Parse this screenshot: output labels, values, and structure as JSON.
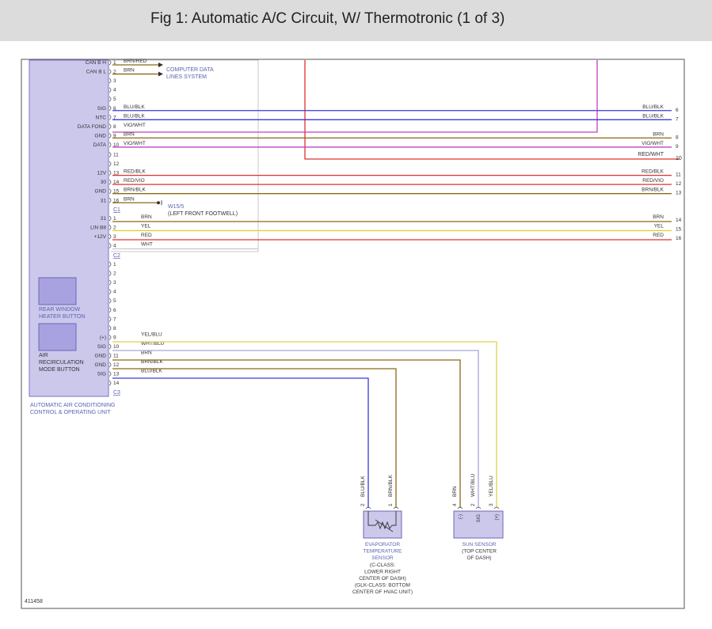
{
  "title": "Fig 1: Automatic A/C Circuit, W/ Thermotronic (1 of 3)",
  "figure_id": "411458",
  "module": {
    "label_lines": [
      "AUTOMATIC AIR CONDITIONING",
      "CONTROL & OPERATING UNIT"
    ],
    "rear_window_button": [
      "REAR WINDOW",
      "HEATER BUTTON"
    ],
    "air_recirc_button": [
      "AIR",
      "RECIRCULATION",
      "MODE BUTTON"
    ]
  },
  "connectors": [
    "C1",
    "C2",
    "C3"
  ],
  "wires": [
    {
      "pin": "1",
      "signal": "CAN B H",
      "wire": "BRN/RED",
      "color": "#8B6914",
      "dest": "computer"
    },
    {
      "pin": "2",
      "signal": "CAN B L",
      "wire": "BRN",
      "color": "#8B6914",
      "dest": "computer"
    },
    {
      "pin": "3",
      "signal": "",
      "wire": "",
      "color": "",
      "dest": ""
    },
    {
      "pin": "4",
      "signal": "",
      "wire": "",
      "color": "",
      "dest": ""
    },
    {
      "pin": "5",
      "signal": "",
      "wire": "",
      "color": "",
      "dest": ""
    },
    {
      "pin": "6",
      "signal": "SIG",
      "wire": "BLU/BLK",
      "color": "#3a3ad6",
      "dest": "right",
      "right_label": "BLU/BLK",
      "right_num": "6"
    },
    {
      "pin": "7",
      "signal": "NTC",
      "wire": "BLU/BLK",
      "color": "#3a3ad6",
      "dest": "right",
      "right_label": "BLU/BLK",
      "right_num": "7"
    },
    {
      "pin": "8",
      "signal": "DATA FOND",
      "wire": "VIO/WHT",
      "color": "#c040c0",
      "dest": "up"
    },
    {
      "pin": "9",
      "signal": "GND",
      "wire": "BRN",
      "color": "#8B6914",
      "dest": "right",
      "right_label": "BRN",
      "right_num": "8"
    },
    {
      "pin": "10",
      "signal": "DATA",
      "wire": "VIO/WHT",
      "color": "#c040c0",
      "dest": "right",
      "right_label": "VIO/WHT",
      "right_num": "9"
    },
    {
      "pin": "11",
      "signal": "",
      "wire": "",
      "color": "",
      "dest": ""
    },
    {
      "pin": "12",
      "signal": "",
      "wire": "",
      "color": "",
      "dest": ""
    },
    {
      "pin": "13",
      "signal": "12V",
      "wire": "RED/BLK",
      "color": "#e03030",
      "dest": "right",
      "right_label": "RED/BLK",
      "right_num": "11"
    },
    {
      "pin": "14",
      "signal": "30",
      "wire": "RED/VIO",
      "color": "#e03030",
      "dest": "right",
      "right_label": "RED/VIO",
      "right_num": "12"
    },
    {
      "pin": "15",
      "signal": "GND",
      "wire": "BRN/BLK",
      "color": "#8B6914",
      "dest": "right",
      "right_label": "BRN/BLK",
      "right_num": "13"
    },
    {
      "pin": "16",
      "signal": "31",
      "wire": "BRN",
      "color": "#8B6914",
      "dest": "ground"
    }
  ],
  "red_wht": {
    "label": "RED/WHT",
    "num": "10"
  },
  "computer_data": [
    "COMPUTER DATA",
    "LINES SYSTEM"
  ],
  "ground_point": {
    "name": "W15/5",
    "desc": "(LEFT FRONT FOOTWELL)"
  },
  "c2_wires": [
    {
      "pin": "1",
      "signal": "31",
      "wire": "BRN",
      "color": "#8B6914",
      "right_num": "14"
    },
    {
      "pin": "2",
      "signal": "LIN B8",
      "wire": "YEL",
      "color": "#e0d020",
      "right_num": "15"
    },
    {
      "pin": "3",
      "signal": "+12V",
      "wire": "RED",
      "color": "#e03030",
      "right_num": "16"
    },
    {
      "pin": "4",
      "signal": "",
      "wire": "WHT",
      "color": "#c8c8c8",
      "right_num": ""
    }
  ],
  "c3_pins": [
    "1",
    "2",
    "3",
    "4",
    "5",
    "6",
    "7",
    "8"
  ],
  "c3_wires": [
    {
      "pin": "9",
      "signal": "(+)",
      "wire": "YEL/BLU"
    },
    {
      "pin": "10",
      "signal": "SIG",
      "wire": "WHT/BLU"
    },
    {
      "pin": "11",
      "signal": "GND",
      "wire": "BRN"
    },
    {
      "pin": "12",
      "signal": "GND",
      "wire": "BRN/BLK"
    },
    {
      "pin": "13",
      "signal": "SIG",
      "wire": "BLU/BLK"
    },
    {
      "pin": "14",
      "signal": "",
      "wire": ""
    }
  ],
  "evap_sensor": {
    "pins": [
      {
        "num": "2",
        "wire": "BLU/BLK"
      },
      {
        "num": "1",
        "wire": "BRN/BLK"
      }
    ],
    "label_lines": [
      "EVAPORATOR",
      "TEMPERATURE",
      "SENSOR",
      "(C-CLASS:",
      "LOWER RIGHT",
      "CENTER OF DASH)",
      "(GLK-CLASS: BOTTOM",
      "CENTER OF HVAC UNIT)"
    ]
  },
  "sun_sensor": {
    "pins": [
      {
        "num": "4",
        "wire": "BRN",
        "sig": "(-)"
      },
      {
        "num": "2",
        "wire": "WHT/BLU",
        "sig": "SIG"
      },
      {
        "num": "3",
        "wire": "YEL/BLU",
        "sig": "(+)"
      }
    ],
    "label_lines": [
      "SUN SENSOR",
      "(TOP CENTER",
      "OF DASH)"
    ]
  }
}
